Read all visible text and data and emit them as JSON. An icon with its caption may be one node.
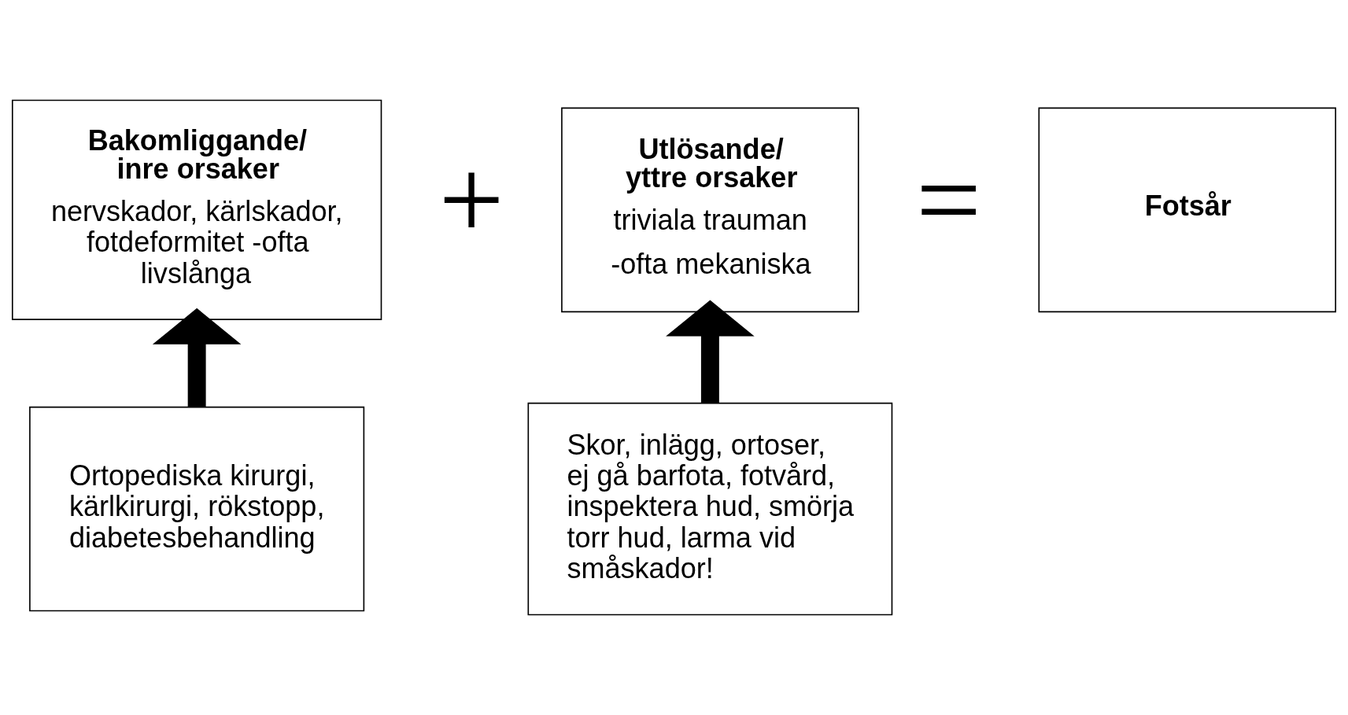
{
  "diagram": {
    "nodes": [
      {
        "text": [
          "Bakomliggande/ inre orsaker",
          "nervskador, kärlskador, fotdeformitet -ofta livslånga"
        ]
      },
      {
        "text": [
          "Utlösande/ yttre orsaker",
          "triviala trauman",
          "-ofta mekaniska"
        ]
      },
      {
        "text": [
          "Fotsår"
        ]
      },
      {
        "text": [
          "Ortopediska kirurgi, kärlkirurgi, rökstopp, diabetesbehandling"
        ]
      },
      {
        "text": [
          "Skor, inlägg, ortoser, ej gå barfota, fotvård, inspektera hud, smörja torr hud, larma vid småskador!"
        ]
      }
    ],
    "edges": [
      {
        "from": 3,
        "to": 0,
        "arrow": "to"
      },
      {
        "from": 4,
        "to": 1,
        "arrow": "to"
      }
    ],
    "labels": [
      "+",
      "="
    ]
  }
}
